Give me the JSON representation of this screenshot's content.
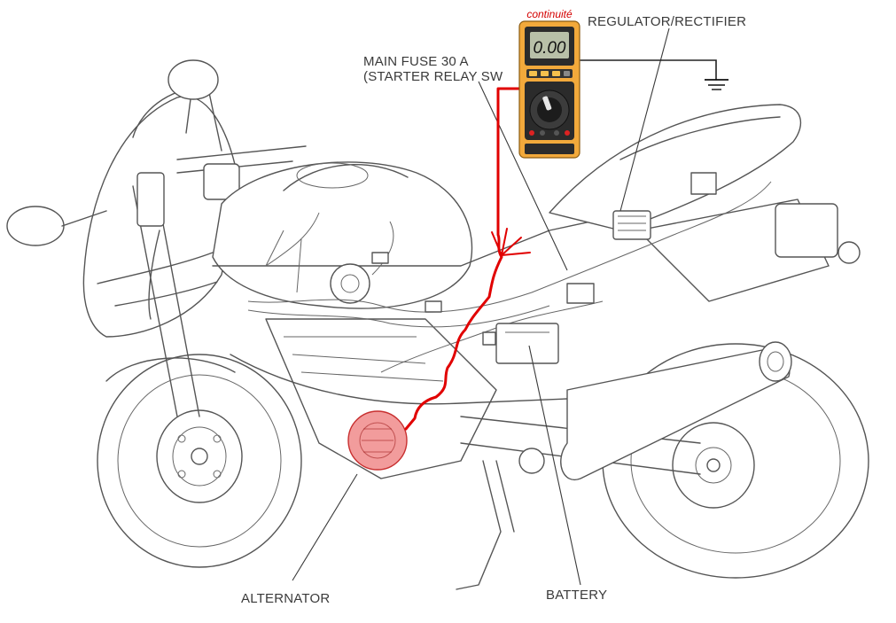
{
  "labels": {
    "continuity": "continuité",
    "regulator": "REGULATOR/RECTIFIER",
    "main_fuse_line1": "MAIN FUSE 30 A",
    "main_fuse_line2": "(STARTER RELAY SW",
    "alternator": "ALTERNATOR",
    "battery": "BATTERY"
  },
  "multimeter": {
    "display": "0.00"
  },
  "colors": {
    "probe_wire": "#e10000",
    "alternator_highlight": "#e84a4a",
    "meter_body": "#f2a93b",
    "ground_wire": "#111111"
  }
}
